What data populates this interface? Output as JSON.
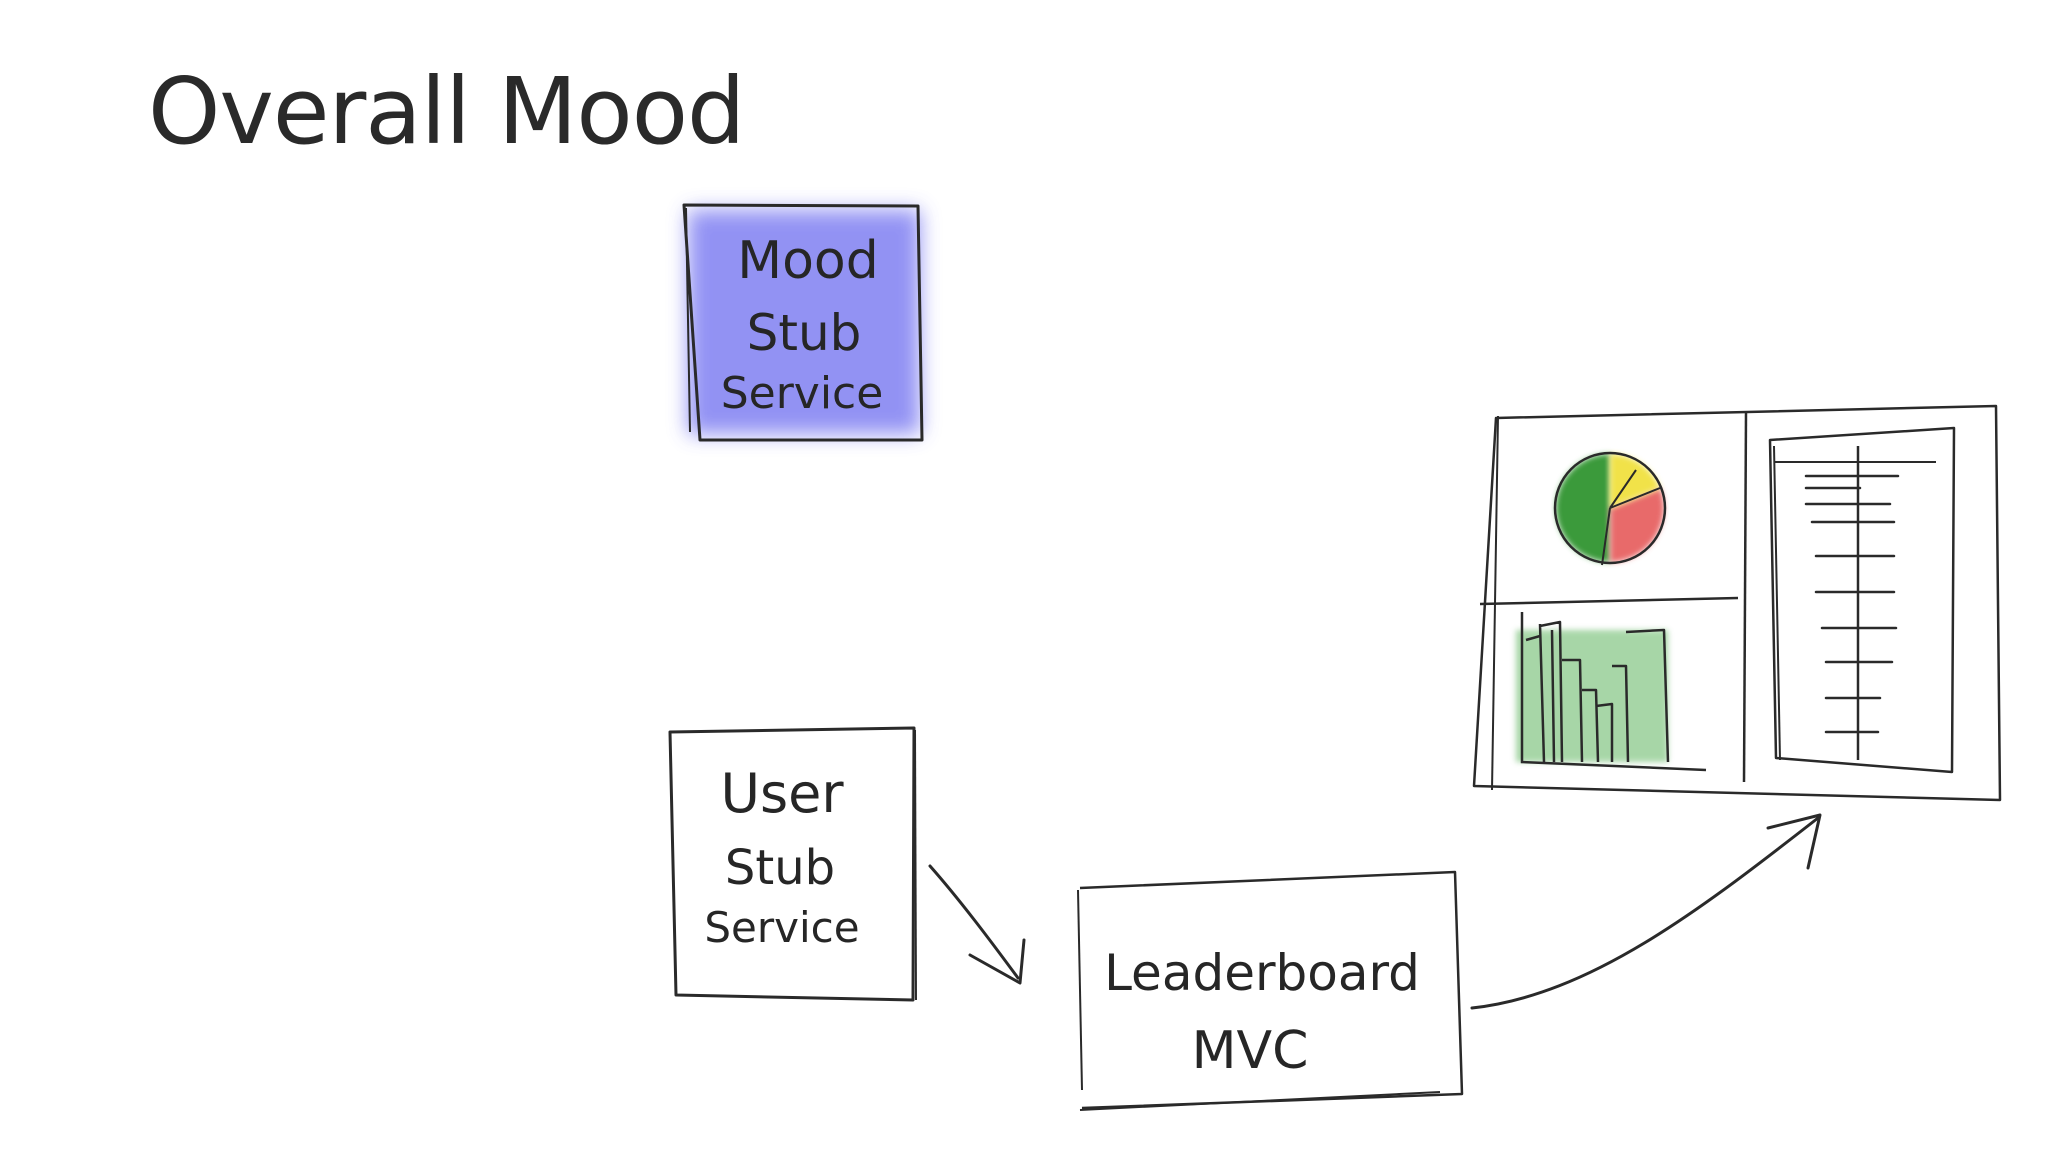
{
  "slide": {
    "title": "Overall Mood"
  },
  "diagram": {
    "nodes": {
      "mood_stub_service": {
        "lines": [
          "Mood",
          "Stub",
          "Service"
        ],
        "fill": "#7f7ff2"
      },
      "user_stub_service": {
        "lines": [
          "User",
          "Stub",
          "Service"
        ]
      },
      "leaderboard_mvc": {
        "lines": [
          "Leaderboard",
          "MVC"
        ]
      },
      "dashboard": {
        "panels": [
          "pie-chart",
          "bar-chart",
          "leaderboard-list"
        ],
        "pie_colors": [
          "#3a9a3a",
          "#e86a6a",
          "#f1e24a"
        ],
        "bar_color": "#8ac98a"
      }
    },
    "edges": [
      {
        "from": "user_stub_service",
        "to": "leaderboard_mvc"
      },
      {
        "from": "leaderboard_mvc",
        "to": "dashboard"
      }
    ],
    "line_color": "#2a2a2a"
  }
}
